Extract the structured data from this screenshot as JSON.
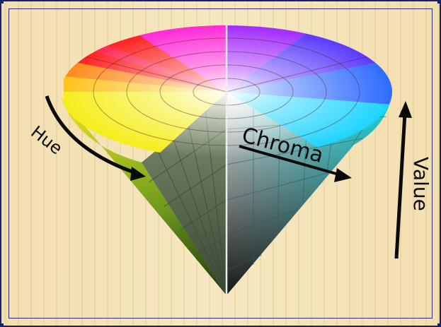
{
  "labels": {
    "chroma": "Chroma",
    "hue": "Hue",
    "value": "Value"
  },
  "colors": {
    "frame": "#1c1e6e",
    "background": "#f4e3b8",
    "arrow": "#0a0a0a"
  }
}
